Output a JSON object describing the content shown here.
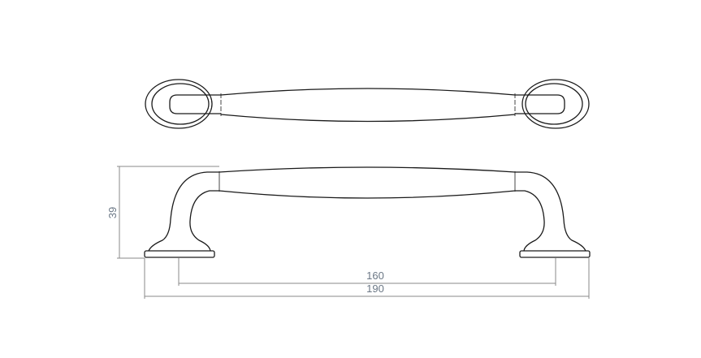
{
  "drawing": {
    "views": [
      "top-view",
      "side-view"
    ],
    "dimensions": {
      "height": "39",
      "hole_spacing": "160",
      "overall_length": "190"
    }
  }
}
